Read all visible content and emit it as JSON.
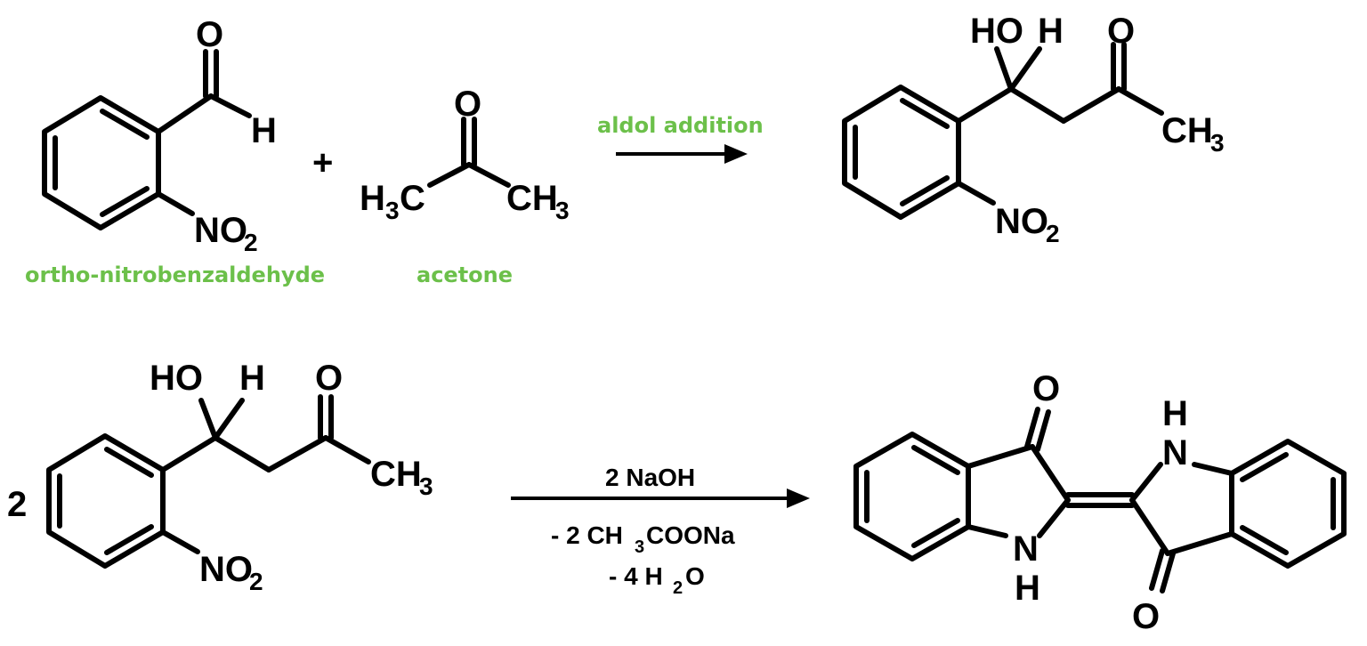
{
  "reaction1": {
    "reactant1_label": "ortho-nitrobenzaldehyde",
    "reactant2_label": "acetone",
    "plus": "+",
    "arrow_label": "aldol addition"
  },
  "reaction2": {
    "coefficient": "2",
    "reagent": "2 NaOH",
    "byproduct1_prefix": "- 2 CH",
    "byproduct1_sub": "3",
    "byproduct1_suffix": "COONa",
    "byproduct2_prefix": "- 4 H",
    "byproduct2_sub": "2",
    "byproduct2_suffix": "O"
  },
  "atoms": {
    "O": "O",
    "H": "H",
    "HO": "HO",
    "N": "N",
    "NO": "NO",
    "CH": "CH",
    "C": "C",
    "two": "2",
    "three": "3"
  },
  "colors": {
    "label_green": "#6cc04a",
    "ink": "#000000"
  }
}
